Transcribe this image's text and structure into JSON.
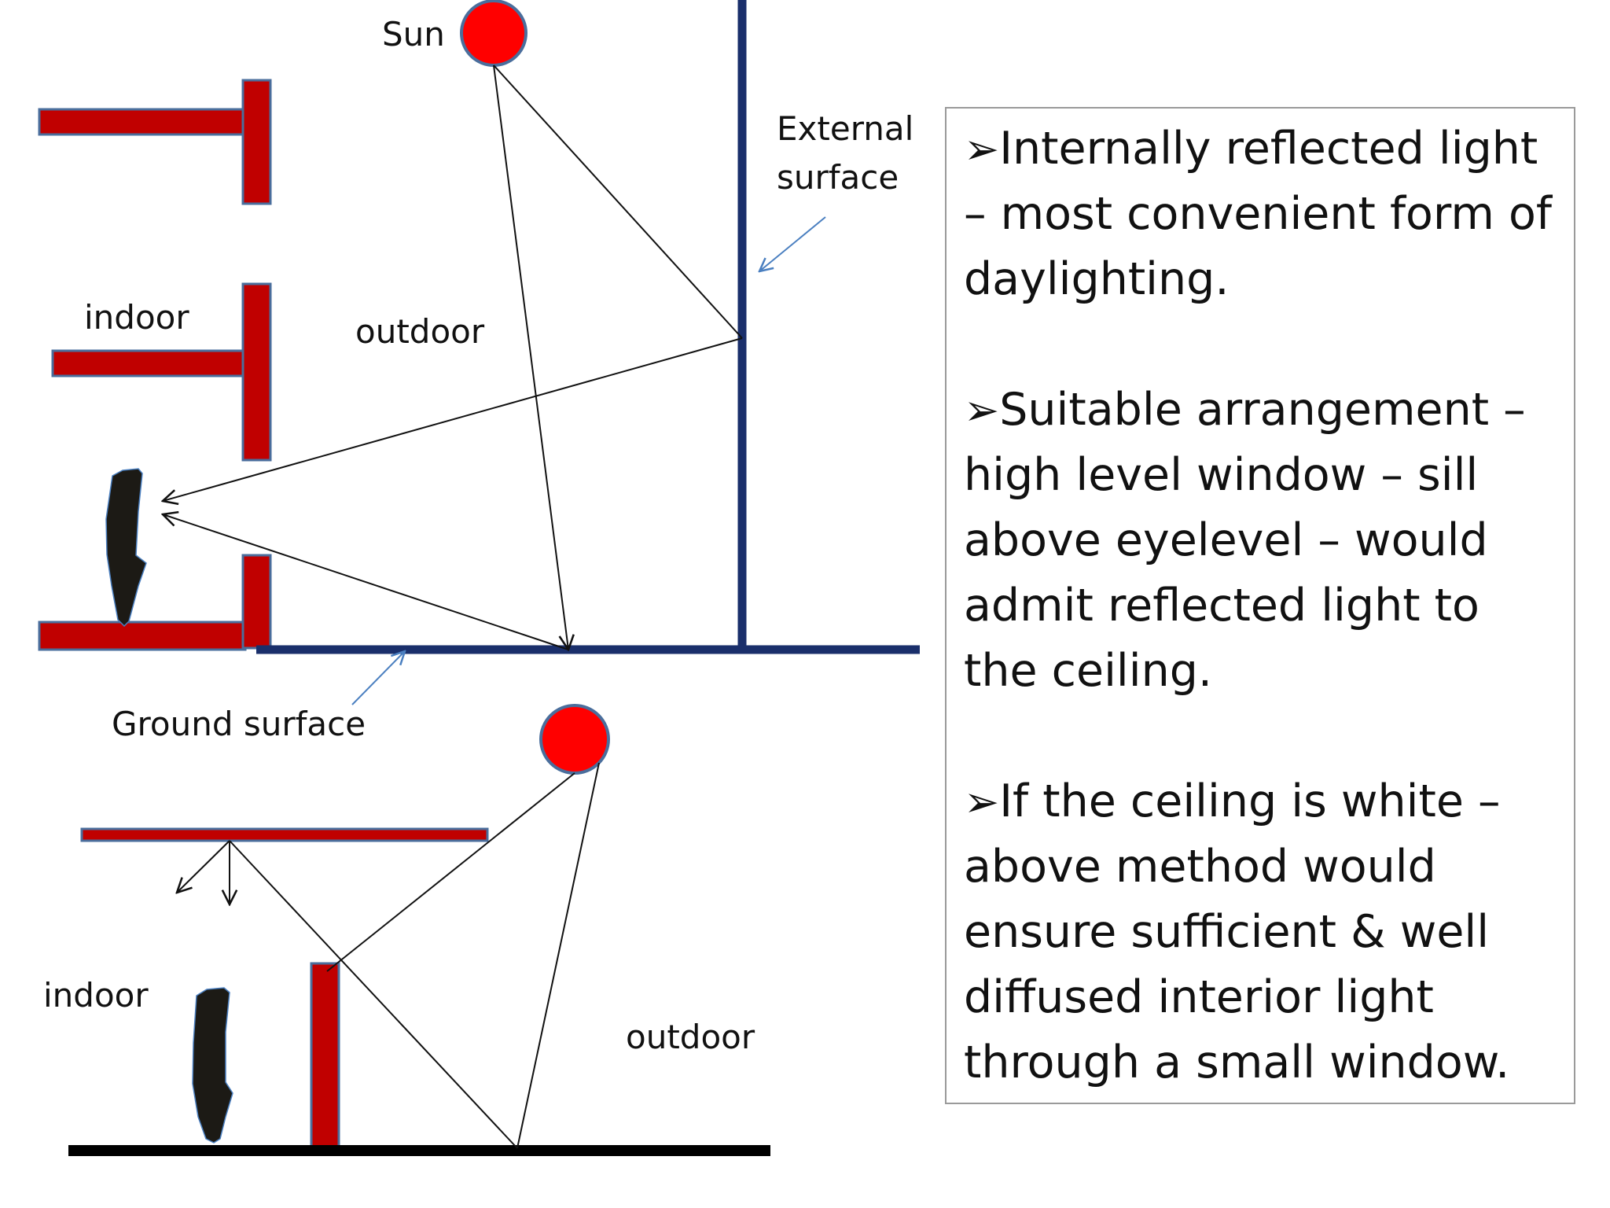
{
  "labels": {
    "sun": "Sun",
    "external_surface_line1": "External",
    "external_surface_line2": "surface",
    "indoor_top": "indoor",
    "outdoor_top": "outdoor",
    "ground_surface": "Ground surface",
    "indoor_bottom": "indoor",
    "outdoor_bottom": "outdoor"
  },
  "bullets": [
    {
      "marker": "➢",
      "text": "Internally reflected light – most convenient form of daylighting."
    },
    {
      "marker": "➢",
      "text": "Suitable arrangement – high level window – sill above eyelevel – would admit reflected light to the ceiling."
    },
    {
      "marker": "➢",
      "text": "If the ceiling is white – above method would ensure sufficient & well diffused interior light through a small window."
    }
  ],
  "colors": {
    "wall_fill": "#c00000",
    "wall_stroke": "#4a6e9c",
    "sun": "#ff0000",
    "surface_blue": "#1a2f6b",
    "ground_black": "#000000",
    "ray": "#111111",
    "pointer": "#4a7fc0",
    "person": "#1c1a15"
  }
}
